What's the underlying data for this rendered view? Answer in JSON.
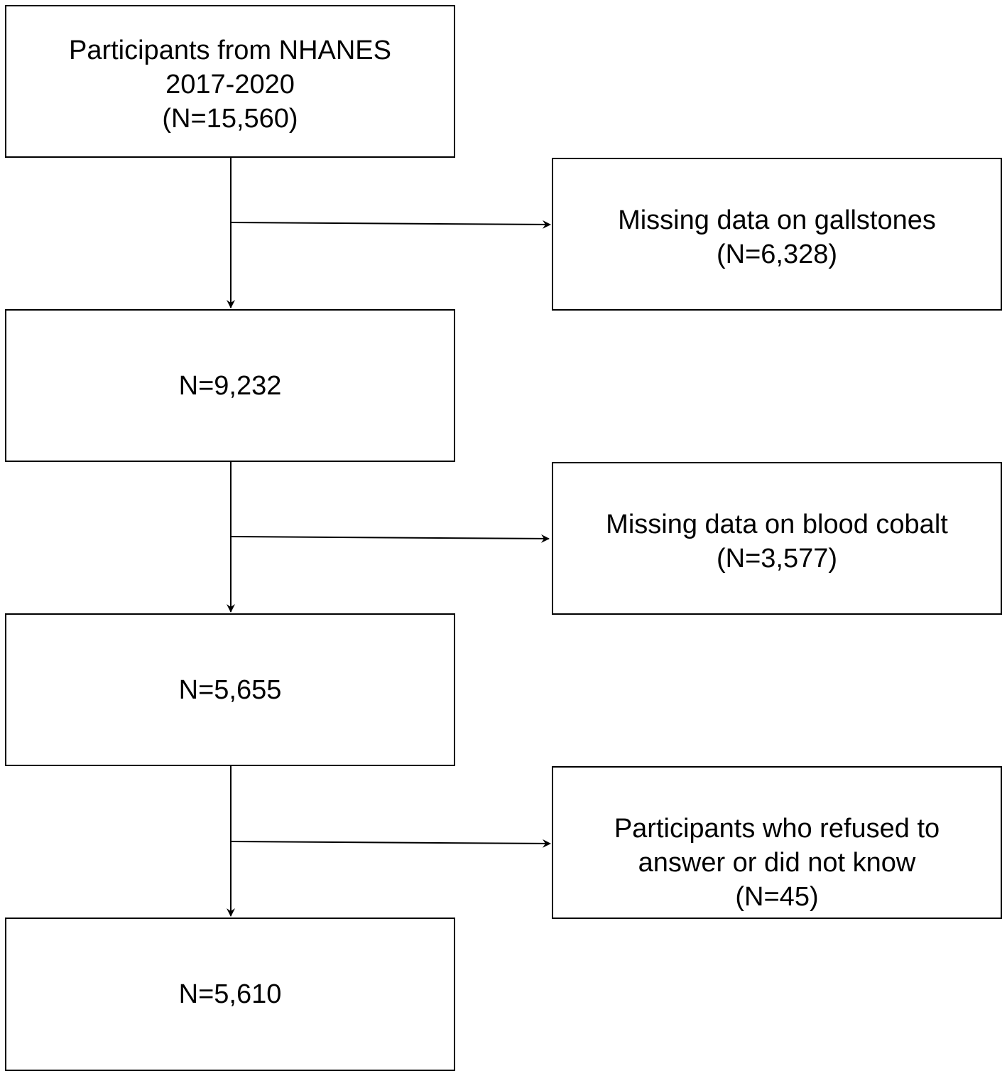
{
  "boxes": {
    "start": {
      "line1": "Participants from NHANES",
      "line2": "2017-2020",
      "line3": "(N=15,560)"
    },
    "exclusion_1": {
      "line1": "Missing data on gallstones",
      "line2": "(N=6,328)"
    },
    "step_1": {
      "line1": "N=9,232"
    },
    "exclusion_2": {
      "line1": "Missing data on blood cobalt",
      "line2": "(N=3,577)"
    },
    "step_2": {
      "line1": "N=5,655"
    },
    "exclusion_3": {
      "line1": "Participants who refused to",
      "line2": "answer or did not know",
      "line3": "(N=45)"
    },
    "final": {
      "line1": "N=5,610"
    }
  },
  "colors": {
    "line": "#000000",
    "background": "#ffffff"
  }
}
